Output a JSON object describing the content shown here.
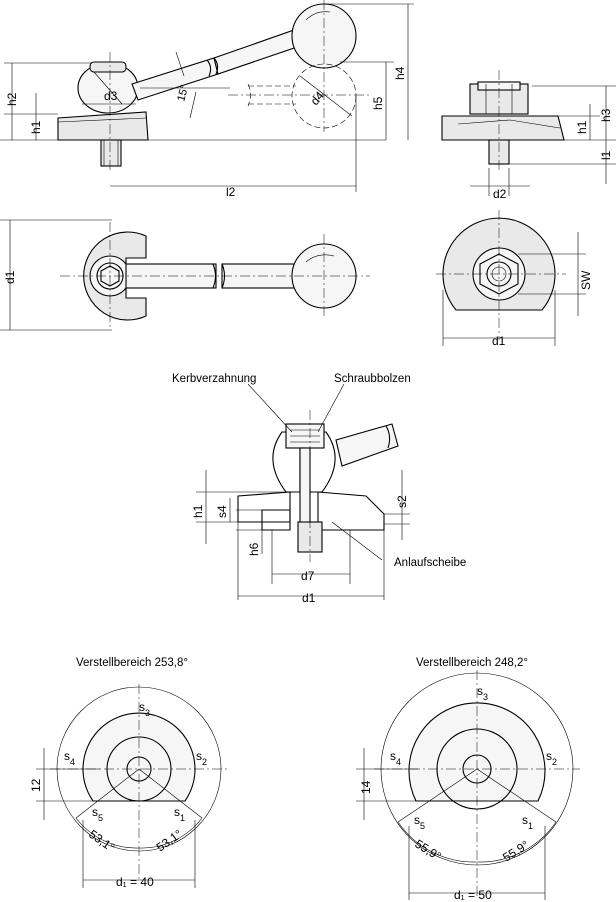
{
  "labels": {
    "h1": "h1",
    "h2": "h2",
    "h3": "h3",
    "h4": "h4",
    "h5": "h5",
    "h6": "h6",
    "d1": "d1",
    "d2": "d2",
    "d3": "d3",
    "d4": "d4",
    "d7": "d7",
    "l1": "l1",
    "l2": "l2",
    "sw": "SW",
    "s1": "s1",
    "s2": "s2",
    "s3": "s3",
    "s4": "s4",
    "s5": "s5",
    "angle_15": "15°"
  },
  "section": {
    "kerbverzahnung": "Kerbverzahnung",
    "schraubbolzen": "Schraubbolzen",
    "anlaufscheibe": "Anlaufscheibe"
  },
  "range_left": {
    "title": "Verstellbereich 253,8°",
    "dim_height": "12",
    "angle_left": "53,1°",
    "angle_right": "53,1°",
    "d1": "d₁ = 40"
  },
  "range_right": {
    "title": "Verstellbereich 248,2°",
    "dim_height": "14",
    "angle_left": "55,9°",
    "angle_right": "55,9°",
    "d1": "d₁ = 50"
  }
}
